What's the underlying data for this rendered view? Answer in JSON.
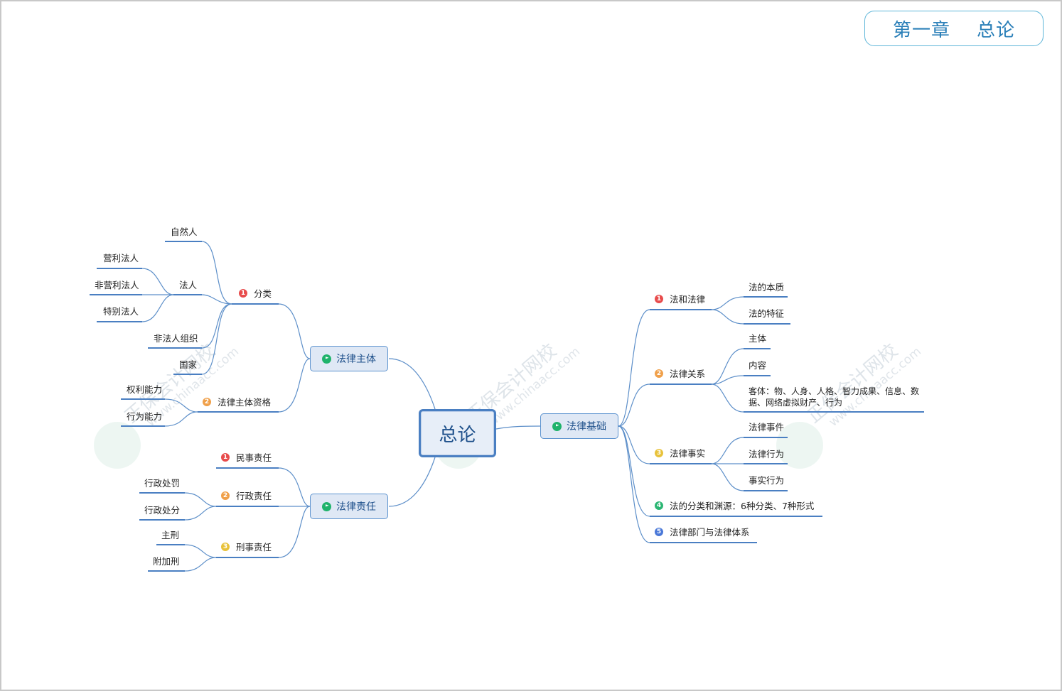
{
  "title": "第一章    总论",
  "root": "总论",
  "branches": {
    "subject": "法律主体",
    "liability": "法律责任",
    "basis": "法律基础"
  },
  "subject": {
    "classification": {
      "label": "分类",
      "natural_person": "自然人",
      "legal_person": {
        "label": "法人",
        "items": [
          "营利法人",
          "非营利法人",
          "特别法人"
        ]
      },
      "unincorporated": "非法人组织",
      "state": "国家"
    },
    "qualification": {
      "label": "法律主体资格",
      "items": [
        "权利能力",
        "行为能力"
      ]
    }
  },
  "liability": {
    "civil": "民事责任",
    "administrative": {
      "label": "行政责任",
      "items": [
        "行政处罚",
        "行政处分"
      ]
    },
    "criminal": {
      "label": "刑事责任",
      "items": [
        "主刑",
        "附加刑"
      ]
    }
  },
  "basis": {
    "law": {
      "label": "法和法律",
      "items": [
        "法的本质",
        "法的特征"
      ]
    },
    "relation": {
      "label": "法律关系",
      "items": [
        "主体",
        "内容"
      ],
      "object_line1": "客体：物、人身、人格、智力成果、信息、数",
      "object_line2": "据、网络虚拟财产、行为"
    },
    "fact": {
      "label": "法律事实",
      "items": [
        "法律事件",
        "法律行为",
        "事实行为"
      ]
    },
    "classification": "法的分类和渊源：6种分类、7种形式",
    "departments": "法律部门与法律体系"
  },
  "watermark": {
    "text": "正保会计网校",
    "url": "www.chinaacc.com"
  },
  "colors": {
    "line": "#5d8fc9",
    "underline": "#4a7fc2",
    "mark1": "#e84c4c",
    "mark2": "#f0a04a",
    "mark3": "#e8c23a",
    "mark4": "#2bb673",
    "mark5": "#4a78d8",
    "flag": "#1fb36b"
  },
  "icons": [
    "flag-icon"
  ]
}
